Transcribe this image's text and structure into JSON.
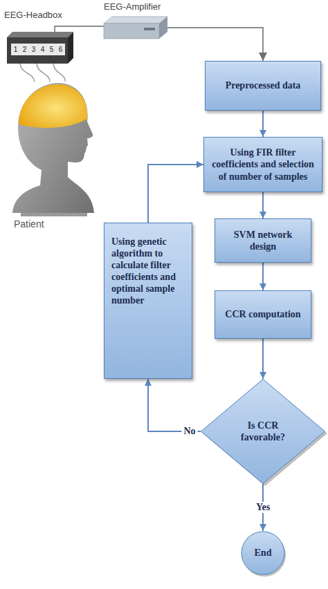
{
  "diagram": {
    "nodes": [
      {
        "text": [
          "EEG-Headbox",
          "1",
          "2",
          "3",
          "4",
          "5",
          "6"
        ]
      },
      {
        "text": [
          "EEG-Amplifier"
        ]
      },
      {
        "text": [
          "Patient"
        ]
      },
      {
        "text": [
          "Preprocessed data"
        ]
      },
      {
        "text": [
          "Using FIR filter coefficients and selection of number of samples"
        ]
      },
      {
        "text": [
          "Using genetic algorithm to calculate filter coefficients and optimal sample number"
        ]
      },
      {
        "text": [
          "SVM network design"
        ]
      },
      {
        "text": [
          "CCR computation"
        ]
      },
      {
        "text": [
          "Is CCR favorable?"
        ]
      },
      {
        "text": [
          "End"
        ]
      }
    ],
    "edges": [
      {
        "from": 0,
        "to": 1,
        "arrow": "none"
      },
      {
        "from": 0,
        "to": 2,
        "arrow": "none"
      },
      {
        "from": 1,
        "to": 3,
        "arrow": "to"
      },
      {
        "from": 3,
        "to": 4,
        "arrow": "to"
      },
      {
        "from": 4,
        "to": 6,
        "arrow": "to"
      },
      {
        "from": 6,
        "to": 7,
        "arrow": "to"
      },
      {
        "from": 7,
        "to": 8,
        "arrow": "to"
      },
      {
        "from": 8,
        "to": 5,
        "label": "No",
        "arrow": "to"
      },
      {
        "from": 5,
        "to": 4,
        "arrow": "to"
      },
      {
        "from": 8,
        "to": 9,
        "label": "Yes",
        "arrow": "to"
      }
    ]
  }
}
